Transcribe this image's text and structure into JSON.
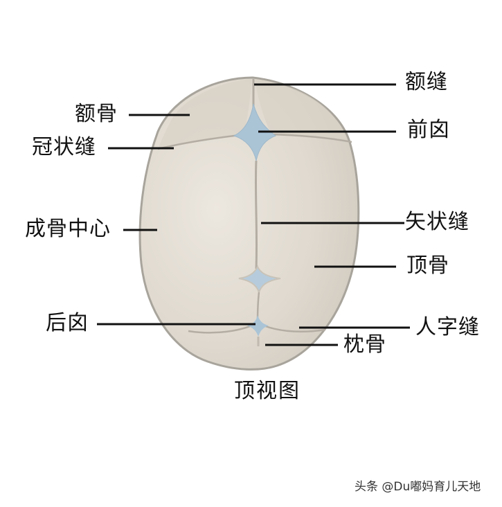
{
  "diagram": {
    "title": "顶视图",
    "subject": "newborn skull, top view",
    "colors": {
      "bone": "#ddd7cd",
      "bone_outline": "#a8a49c",
      "fontanelle": "#aac4d6",
      "suture": "#bdb7ad",
      "leader_line": "#111111"
    },
    "labels": {
      "left": [
        {
          "id": "frontal_bone",
          "text": "额骨"
        },
        {
          "id": "coronal_suture",
          "text": "冠状缝"
        },
        {
          "id": "ossification_center",
          "text": "成骨中心"
        },
        {
          "id": "posterior_fontanelle",
          "text": "后囟"
        }
      ],
      "right": [
        {
          "id": "metopic_suture",
          "text": "额缝"
        },
        {
          "id": "anterior_fontanelle",
          "text": "前囟"
        },
        {
          "id": "sagittal_suture",
          "text": "矢状缝"
        },
        {
          "id": "parietal_bone",
          "text": "顶骨"
        },
        {
          "id": "lambdoid_suture",
          "text": "人字缝"
        },
        {
          "id": "occipital_bone",
          "text": "枕骨"
        }
      ]
    }
  },
  "watermark": "头条 @Du嘟妈育儿天地"
}
